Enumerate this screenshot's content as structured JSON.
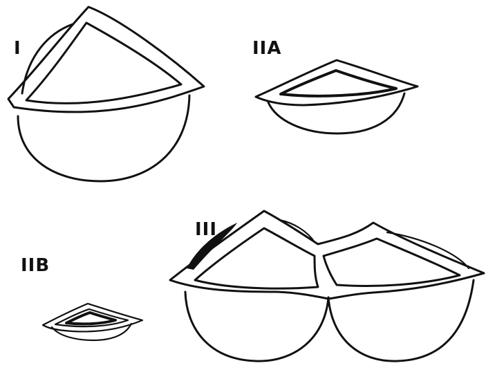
{
  "figure": {
    "labels": {
      "shape_1": "I",
      "shape_2a": "IIA",
      "shape_2b": "IIB",
      "shape_3": "III"
    }
  },
  "colors": {
    "ink": "#111111",
    "background": "#ffffff"
  }
}
